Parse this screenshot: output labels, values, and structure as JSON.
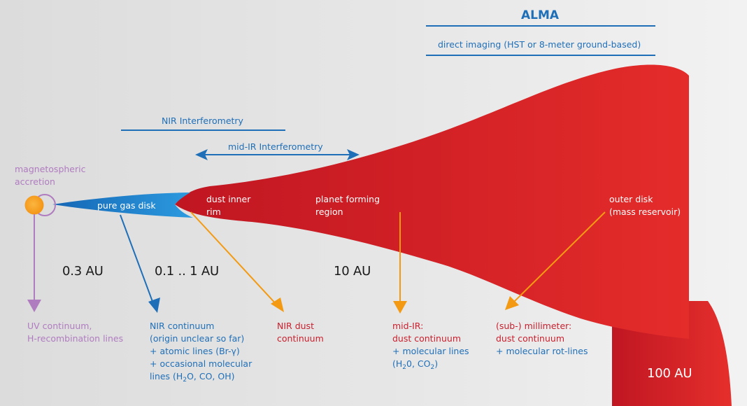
{
  "colors": {
    "blue": "#1f6fb8",
    "gas_disk": "#2b8fd6",
    "dust_red": "#c8202e",
    "dust_red_light": "#e32d2b",
    "orange": "#f39a12",
    "purple": "#b07cc0",
    "star": "#f5a020",
    "text_dark": "#1a1a1a"
  },
  "instruments": {
    "alma": "ALMA",
    "direct_imaging": "direct imaging (HST or 8-meter ground-based)",
    "nir_interferometry": "NIR Interferometry",
    "midir_interferometry": "mid-IR Interferometry"
  },
  "regions": {
    "magnetospheric": [
      "magnetospheric",
      "accretion"
    ],
    "gas_disk": "pure gas disk",
    "dust_rim": [
      "dust inner",
      "rim"
    ],
    "planet_forming": [
      "planet forming",
      "region"
    ],
    "outer_disk": [
      "outer disk",
      "(mass reservoir)"
    ]
  },
  "distances": {
    "d1": "0.3 AU",
    "d2": "0.1 .. 1 AU",
    "d3": "10 AU",
    "d4": "100 AU"
  },
  "observables": {
    "uv": [
      "UV continuum,",
      "H-recombination lines"
    ],
    "nir": {
      "l1": "NIR continuum",
      "l2": "(origin unclear so far)",
      "l3": "+ atomic lines (Br-γ)",
      "l4": "+ occasional molecular",
      "l5a": "lines (H",
      "l5sub": "2",
      "l5b": "O, CO, OH)"
    },
    "nir_dust": [
      "NIR dust",
      "continuum"
    ],
    "midir": {
      "l1": "mid-IR:",
      "l2": "dust continuum",
      "l3": "+ molecular lines",
      "l4a": "(H",
      "l4sub1": "2",
      "l4b": "0, CO",
      "l4sub2": "2",
      "l4c": ")"
    },
    "mm": [
      "(sub-) millimeter:",
      "dust continuum",
      "+ molecular rot-lines"
    ]
  }
}
